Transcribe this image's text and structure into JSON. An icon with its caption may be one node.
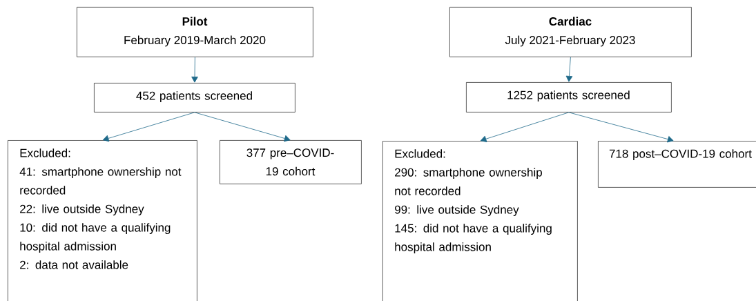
{
  "diagram": {
    "nodes": [
      {
        "text": [
          "Pilot",
          "February 2019-March 2020"
        ]
      },
      {
        "text": [
          "452 patients screened"
        ]
      },
      {
        "text": [
          "Excluded:",
          "41: smartphone ownership not recorded",
          "22: live outside Sydney",
          "10: did not have a qualifying hospital admission",
          "2: data not available"
        ]
      },
      {
        "text": [
          "377 pre–COVID-19 cohort"
        ]
      },
      {
        "text": [
          "Cardiac",
          "July 2021-February 2023"
        ]
      },
      {
        "text": [
          "1252 patients screened"
        ]
      },
      {
        "text": [
          "Excluded:",
          "290: smartphone ownership not recorded",
          "99: live outside Sydney",
          "145: did not have a qualifying hospital admission"
        ]
      },
      {
        "text": [
          "718 post–COVID-19 cohort"
        ]
      }
    ],
    "edges": [
      {
        "from": 0,
        "to": 1,
        "arrow": "to"
      },
      {
        "from": 1,
        "to": 2,
        "arrow": "to"
      },
      {
        "from": 1,
        "to": 3,
        "arrow": "to"
      },
      {
        "from": 4,
        "to": 5,
        "arrow": "to"
      },
      {
        "from": 5,
        "to": 6,
        "arrow": "to"
      },
      {
        "from": 5,
        "to": 7,
        "arrow": "to"
      }
    ]
  }
}
